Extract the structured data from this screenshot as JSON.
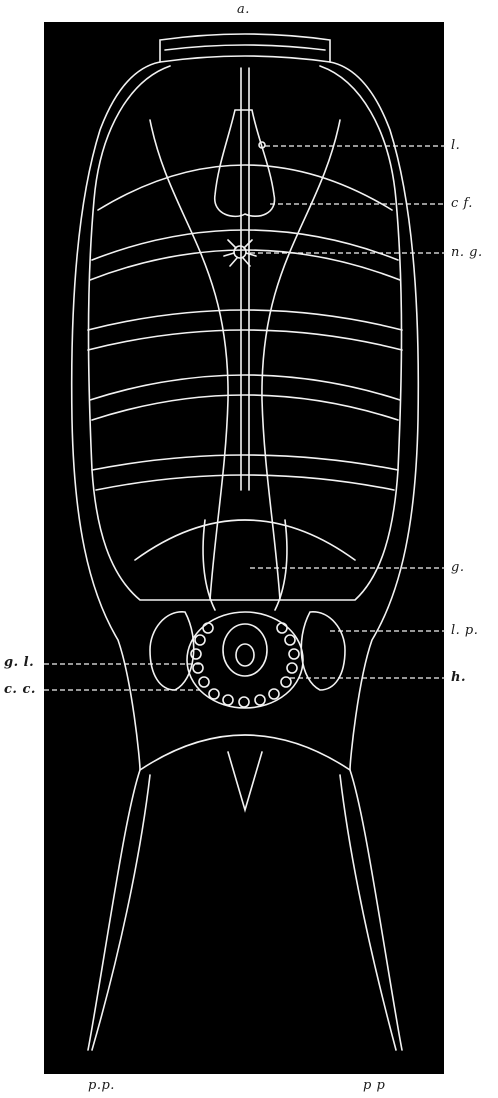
{
  "figure": {
    "background_color": "#000000",
    "line_color": "#f2f2f2",
    "page_color": "#ffffff"
  },
  "labels": {
    "top": "a.",
    "l": "l.",
    "cf": "c f.",
    "ng": "n. g.",
    "g": "g.",
    "lp": "l. p.",
    "gl": "g. l.",
    "cc": "c. c.",
    "h": "h.",
    "pp_left": "p.p.",
    "pp_right": "p p"
  }
}
